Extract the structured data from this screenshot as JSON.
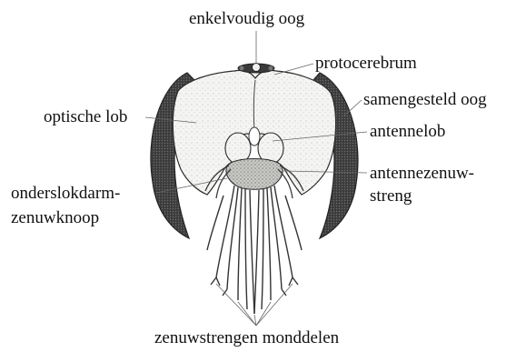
{
  "labels": {
    "simple_eye": "enkelvoudig oog",
    "protocerebrum": "protocerebrum",
    "compound_eye": "samengesteld oog",
    "optic_lobe": "optische lob",
    "antennal_lobe": "antennelob",
    "antennal_nerve_line1": "antennezenuw-",
    "antennal_nerve_line2": "streng",
    "subesophageal_line1": "onderslokdarm-",
    "subesophageal_line2": "zenuwknoop",
    "mouthpart_nerves": "zenuwstrengen monddelen"
  },
  "colors": {
    "ink": "#111111",
    "eye_fill": "#3a3a3a",
    "brain_fill": "#f2f2f0",
    "brain_stroke": "#2a2a2a",
    "leader": "#555555"
  }
}
